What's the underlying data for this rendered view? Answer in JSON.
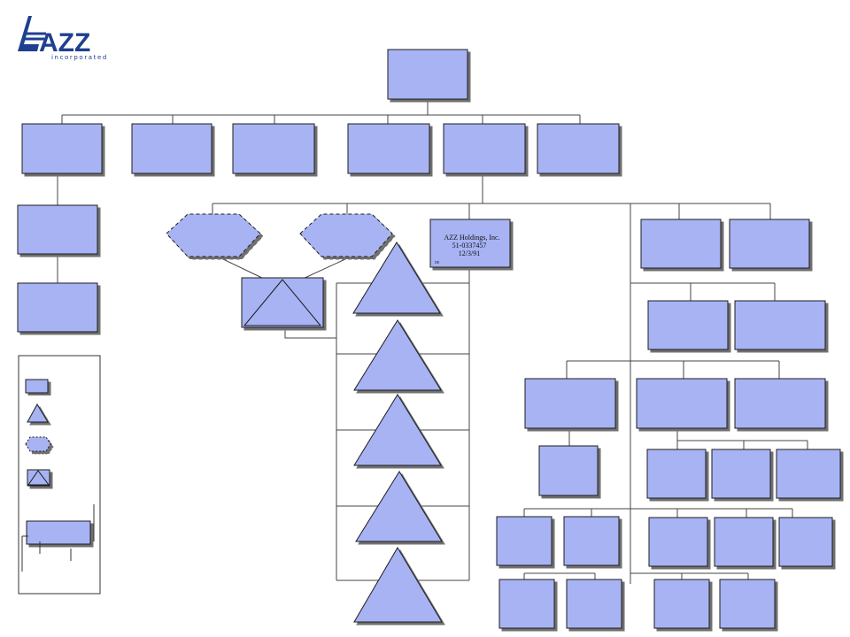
{
  "logo": {
    "wordmark": "AZZ",
    "subtitle": "incorporated",
    "colors": {
      "brand": "#1f3f8f"
    }
  },
  "colors": {
    "fill": "#a7b3f3",
    "stroke": "#1b1b1b",
    "shadow": "#7a7a7a",
    "line": "#333333",
    "entity_card_fill": "#a7b3f3"
  },
  "labeled_entity": {
    "name": "AZZ Holdings, Inc.",
    "id": "51-0337457",
    "date": "12/3/91",
    "note": "DE"
  },
  "legend": {
    "items": [
      {
        "symbol": "corporation-rectangle"
      },
      {
        "symbol": "partnership-triangle"
      },
      {
        "symbol": "hexagon-dashed"
      },
      {
        "symbol": "rectangle-with-triangle"
      },
      {
        "symbol": "bracketed-rectangle"
      }
    ]
  }
}
